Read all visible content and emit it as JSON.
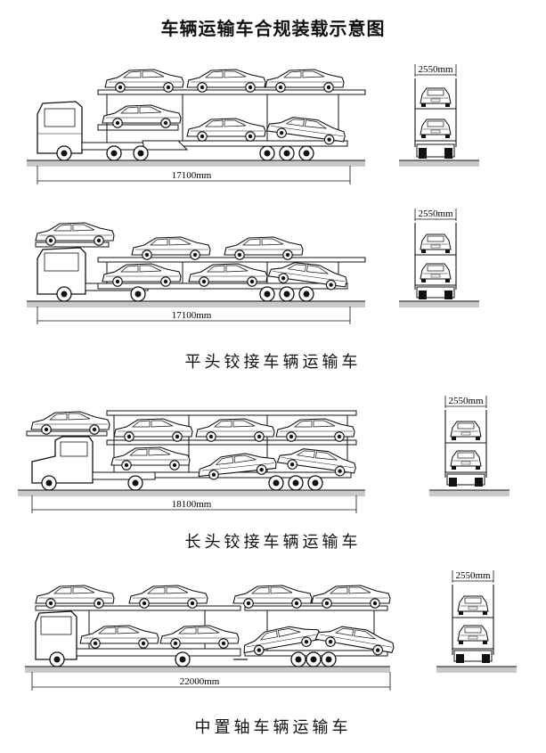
{
  "title": "车辆运输车合规装载示意图",
  "sections": [
    {
      "caption": "",
      "length_label": "17100mm",
      "width_label": "2550mm"
    },
    {
      "caption": "平头铰接车辆运输车",
      "length_label": "17100mm",
      "width_label": "2550mm"
    },
    {
      "caption": "长头铰接车辆运输车",
      "length_label": "18100mm",
      "width_label": "2550mm"
    },
    {
      "caption": "中置轴车辆运输车",
      "length_label": "22000mm",
      "width_label": "2550mm"
    }
  ]
}
